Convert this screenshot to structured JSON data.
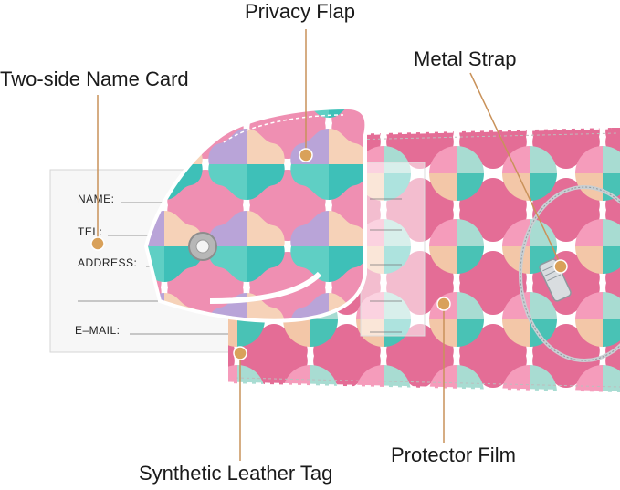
{
  "callouts": {
    "privacy_flap": "Privacy Flap",
    "name_card": "Two-side Name Card",
    "metal_strap": "Metal Strap",
    "leather_tag": "Synthetic Leather Tag",
    "protector_film": "Protector Film"
  },
  "card_fields": {
    "name": "NAME:",
    "tel": "TEL:",
    "address": "ADDRESS:",
    "email": "E–MAIL:"
  },
  "colors": {
    "callout_accent": "#d9a15a",
    "leader_line": "#c9925a",
    "pattern_teal": "#3ec0b8",
    "pattern_pink": "#ef8fb2",
    "pattern_peach": "#f6d2b8",
    "pattern_lilac": "#b9a4d8"
  }
}
